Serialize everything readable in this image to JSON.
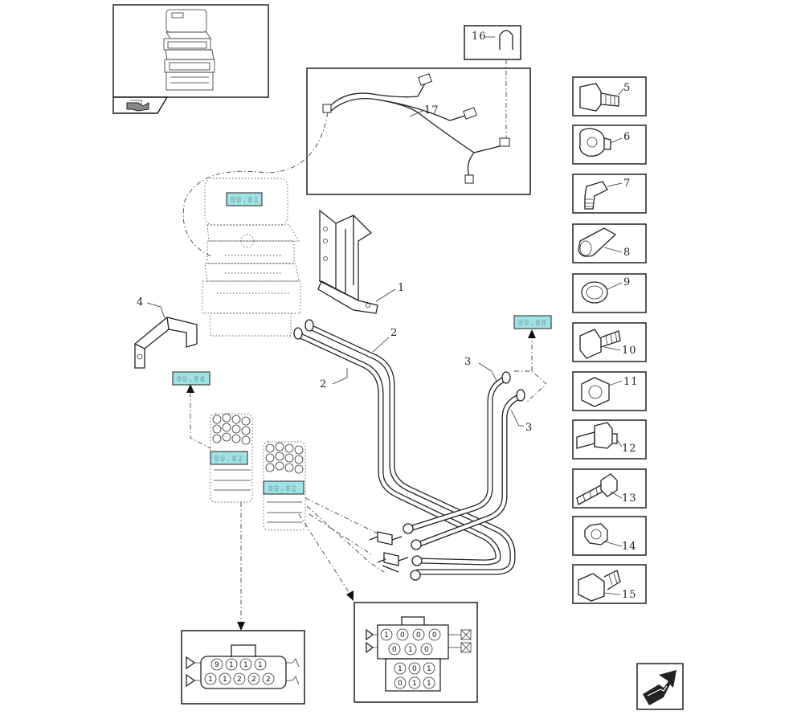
{
  "part_labels": {
    "p1": "1",
    "p2a": "2",
    "p2b": "2",
    "p3a": "3",
    "p3b": "3",
    "p4": "4",
    "p5": "5",
    "p6": "6",
    "p7": "7",
    "p8": "8",
    "p9": "9",
    "p10": "10",
    "p11": "11",
    "p12": "12",
    "p13": "13",
    "p14": "14",
    "p15": "15",
    "p16": "16",
    "p17": "17"
  },
  "references": {
    "ref_top": "09.01",
    "ref_right": "09.08",
    "ref_left": "09.04",
    "ref_mid1": "09.02",
    "ref_mid2": "09.02"
  },
  "connector_left": {
    "top_pins": [
      "9",
      "1",
      "1",
      "1"
    ],
    "bottom_pins": [
      "1",
      "1",
      "2",
      "2",
      "2"
    ]
  },
  "connector_right": {
    "row1": [
      "1",
      "0",
      "0",
      "0"
    ],
    "row2": [
      "0",
      "1",
      "0"
    ],
    "row3": [
      "1",
      "0",
      "1"
    ],
    "row4": [
      "0",
      "1",
      "1"
    ]
  },
  "icons": [
    "flag-arrow-icon",
    "return-arrow-icon"
  ]
}
